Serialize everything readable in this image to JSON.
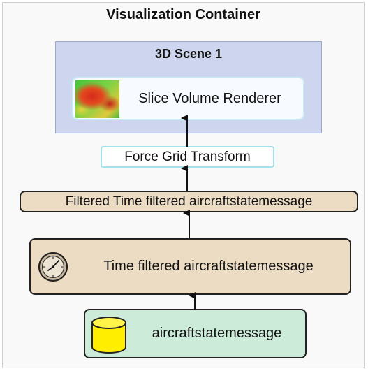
{
  "container": {
    "title": "Visualization Container"
  },
  "scene": {
    "title": "3D Scene 1"
  },
  "nodes": {
    "renderer": {
      "label": "Slice Volume Renderer"
    },
    "transform": {
      "label": "Force Grid Transform"
    },
    "filter2": {
      "label": "Filtered Time filtered aircraftstatemessage"
    },
    "filter1": {
      "label": "Time filtered aircraftstatemessage",
      "icon": "clock-icon"
    },
    "source": {
      "label": "aircraftstatemessage",
      "icon": "database-icon"
    }
  },
  "edges": [
    {
      "from": "source",
      "to": "filter1"
    },
    {
      "from": "filter1",
      "to": "filter2"
    },
    {
      "from": "filter2",
      "to": "transform"
    },
    {
      "from": "transform",
      "to": "renderer"
    }
  ],
  "colors": {
    "scene_bg": "#cdd6ee",
    "filter_bg": "#ecdcc4",
    "source_bg": "#ccebd9",
    "transform_border": "#a5e1ea",
    "db_fill": "#ffee00"
  }
}
